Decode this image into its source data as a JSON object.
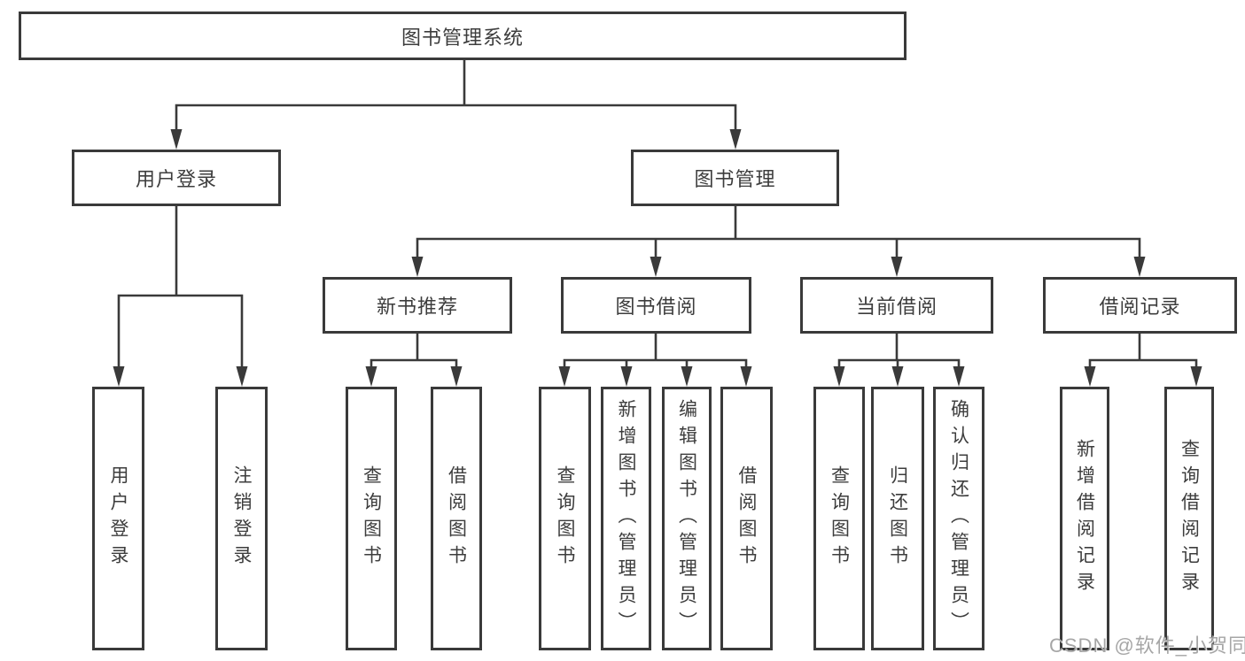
{
  "diagram": {
    "title": "图书管理系统",
    "nodes": {
      "root": "图书管理系统",
      "user_login": "用户登录",
      "book_mgmt": "图书管理",
      "new_book": "新书推荐",
      "book_borrow": "图书借阅",
      "current_borrow": "当前借阅",
      "borrow_records": "借阅记录",
      "ul_login": "用户登录",
      "ul_logout": "注销登录",
      "nb_query": "查询图书",
      "nb_borrow": "借阅图书",
      "bb_query": "查询图书",
      "bb_add": "新增图书（管理员）",
      "bb_edit": "编辑图书（管理员）",
      "bb_borrow": "借阅图书",
      "cb_query": "查询图书",
      "cb_return": "归还图书",
      "cb_confirm": "确认归还（管理员）",
      "br_add": "新增借阅记录",
      "br_query": "查询借阅记录"
    },
    "hierarchy": {
      "图书管理系统": {
        "用户登录": [
          "用户登录",
          "注销登录"
        ],
        "图书管理": {
          "新书推荐": [
            "查询图书",
            "借阅图书"
          ],
          "图书借阅": [
            "查询图书",
            "新增图书（管理员）",
            "编辑图书（管理员）",
            "借阅图书"
          ],
          "当前借阅": [
            "查询图书",
            "归还图书",
            "确认归还（管理员）"
          ],
          "借阅记录": [
            "新增借阅记录",
            "查询借阅记录"
          ]
        }
      }
    },
    "colors": {
      "line": "#3a3a3a",
      "text": "#3d3d3d",
      "background": "#ffffff",
      "watermark": "#9e9e9e"
    }
  },
  "watermark": {
    "text": "CSDN @软件_小贺同学"
  }
}
